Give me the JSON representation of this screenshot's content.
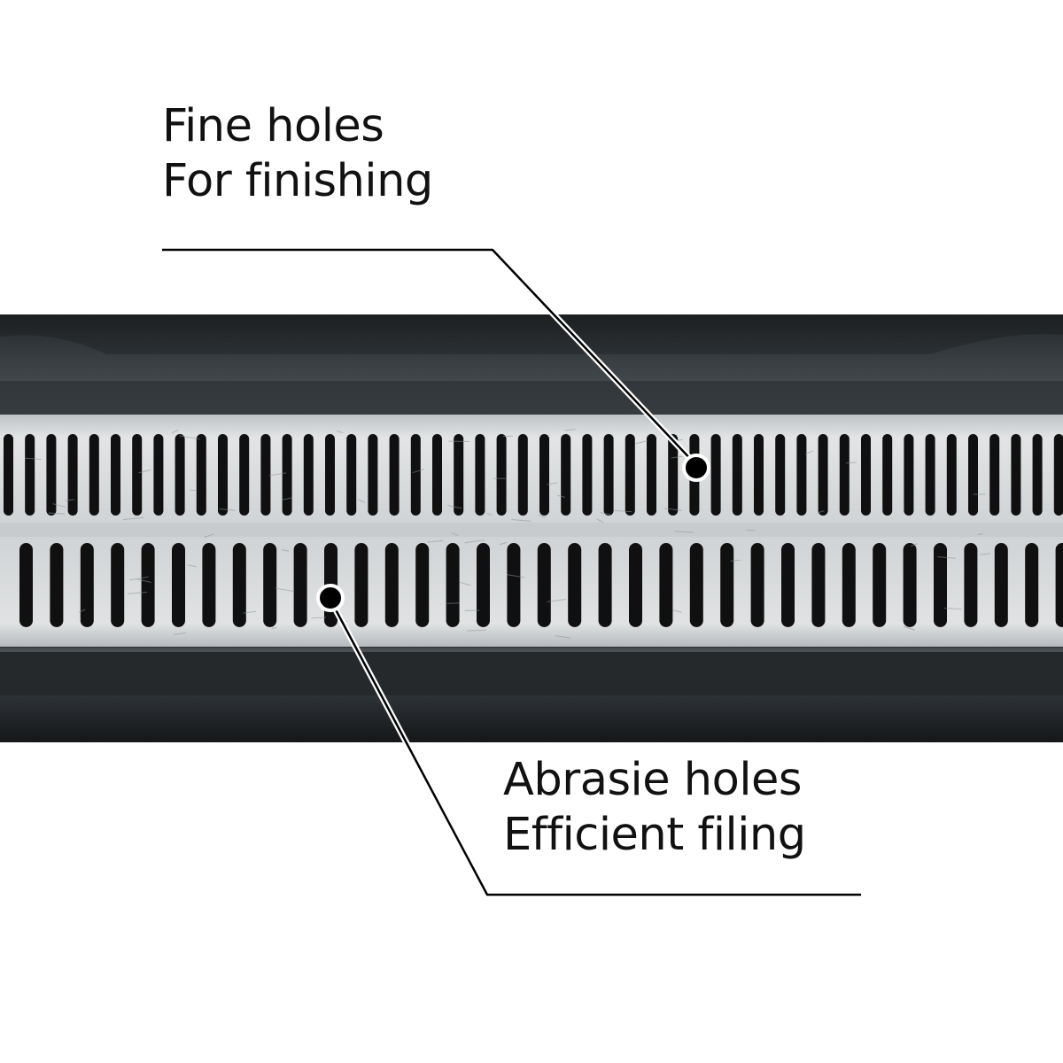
{
  "callouts": {
    "fine": {
      "line1": "Fine holes",
      "line2": "For finishing"
    },
    "abrasive": {
      "line1": "Abrasie holes",
      "line2": "Efficient filing"
    }
  },
  "colors": {
    "background": "#ffffff",
    "handle": "#2b2f31",
    "handle_edge": "#1a1c1d",
    "steel_plate": "#d4d7d9",
    "holes": "#101010",
    "leader_line": "#000000",
    "leader_halo": "#ffffff",
    "text": "#111111"
  }
}
